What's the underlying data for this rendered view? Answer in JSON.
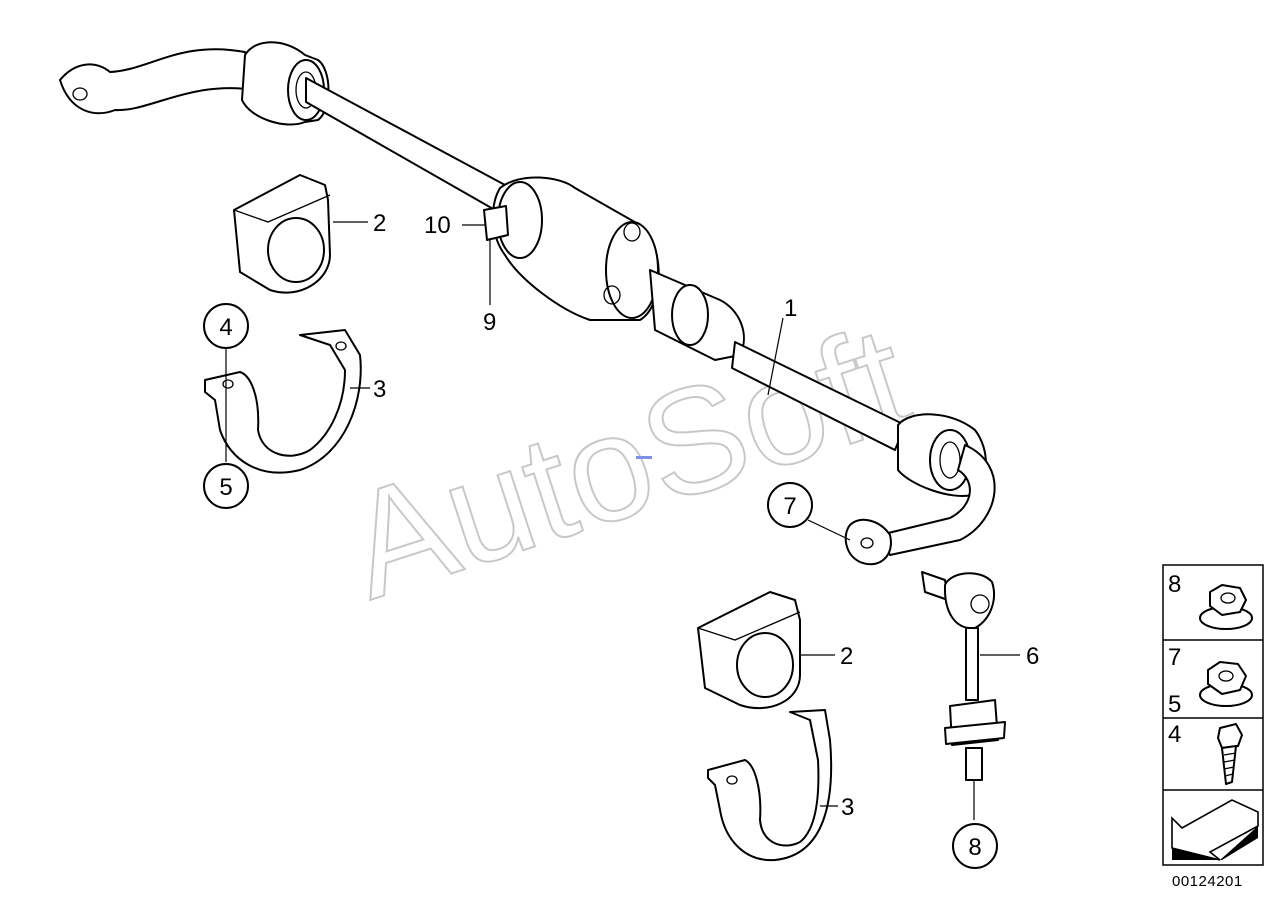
{
  "callouts": {
    "c1": "1",
    "c2a": "2",
    "c2b": "2",
    "c3a": "3",
    "c3b": "3",
    "c4": "4",
    "c5": "5",
    "c6": "6",
    "c7": "7",
    "c8": "8",
    "c9": "9",
    "c10": "10"
  },
  "legend": {
    "row1": "8",
    "row2a": "7",
    "row2b": "5",
    "row3": "4"
  },
  "diagram_code": "00124201",
  "watermark": "AutoSoft",
  "colors": {
    "line": "#000000",
    "watermark": "#c8c8c8",
    "accent_mark": "#7f8fe6"
  }
}
